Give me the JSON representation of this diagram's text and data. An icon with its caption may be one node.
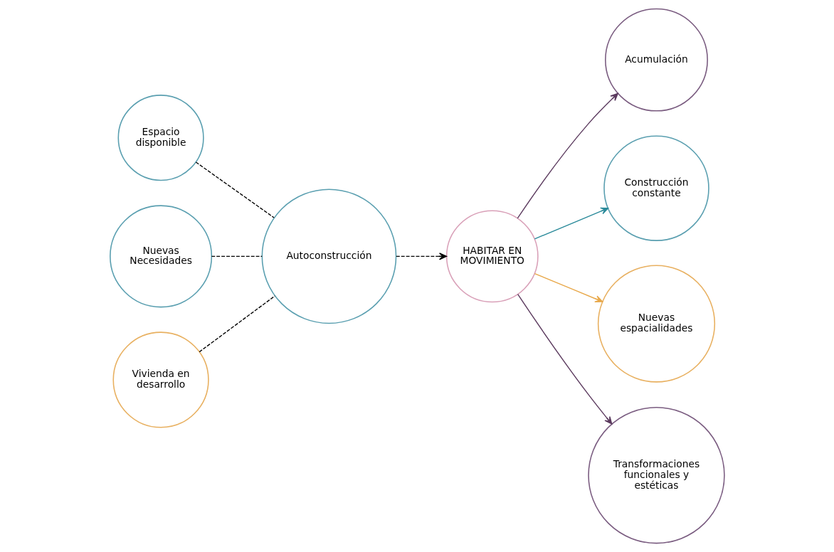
{
  "diagram": {
    "nodes": [
      {
        "text": [
          "Espacio disponible"
        ]
      },
      {
        "text": [
          "Nuevas Necesidades"
        ]
      },
      {
        "text": [
          "Autoconstrucción"
        ]
      },
      {
        "text": [
          "Vivienda en desarrollo"
        ]
      },
      {
        "text": [
          "HABITAR EN MOVIMIENTO"
        ]
      },
      {
        "text": [
          "Acumulación"
        ]
      },
      {
        "text": [
          "Construcción constante"
        ]
      },
      {
        "text": [
          "Nuevas espacialidades"
        ]
      },
      {
        "text": [
          "Transformaciones funcionales y estéticas"
        ]
      }
    ],
    "edges": [
      {
        "from": 0,
        "to": 2,
        "arrow": "none",
        "style": "dashed"
      },
      {
        "from": 1,
        "to": 2,
        "arrow": "none",
        "style": "dashed"
      },
      {
        "from": 3,
        "to": 2,
        "arrow": "none",
        "style": "dashed"
      },
      {
        "from": 2,
        "to": 4,
        "arrow": "to",
        "style": "dashed"
      },
      {
        "from": 4,
        "to": 5,
        "arrow": "to",
        "color": "#5b3a5e"
      },
      {
        "from": 4,
        "to": 6,
        "arrow": "to",
        "color": "#2a8a9a"
      },
      {
        "from": 4,
        "to": 7,
        "arrow": "to",
        "color": "#e8a84a"
      },
      {
        "from": 4,
        "to": 8,
        "arrow": "to",
        "color": "#5b3a5e"
      }
    ]
  }
}
